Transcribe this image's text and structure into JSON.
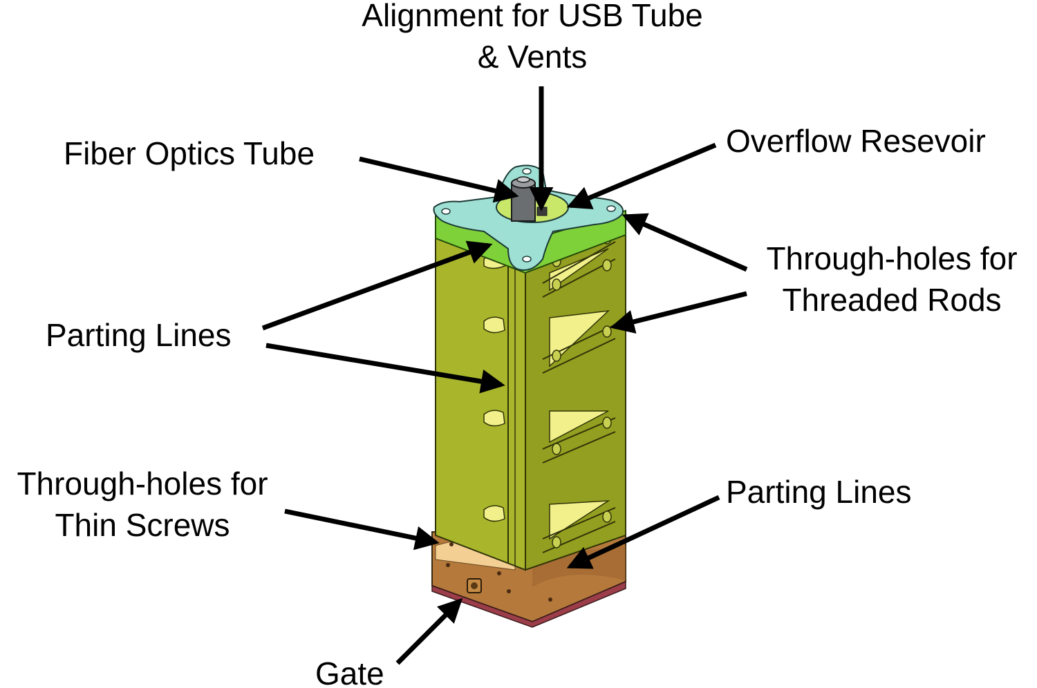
{
  "labels": {
    "alignment": [
      "Alignment for USB Tube",
      "& Vents"
    ],
    "fiber_optics": [
      "Fiber Optics Tube"
    ],
    "overflow": [
      "Overflow Resevoir"
    ],
    "through_holes_rods": [
      "Through-holes for",
      "Threaded Rods"
    ],
    "parting_lines_left": [
      "Parting Lines"
    ],
    "through_holes_screws": [
      "Through-holes for",
      "Thin Screws"
    ],
    "parting_lines_right": [
      "Parting Lines"
    ],
    "gate": [
      "Gate"
    ]
  },
  "colors": {
    "mold_body": "#a9b62c",
    "mold_body_shade": "#8e9a1f",
    "top_band": "#7fd13a",
    "lid_plate": "#9fe0d4",
    "base_block": "#b5793c",
    "base_bottom": "#9c3d4a",
    "pocket": "#f2f08a",
    "tube": "#6b6e70",
    "arrow": "#000000"
  }
}
